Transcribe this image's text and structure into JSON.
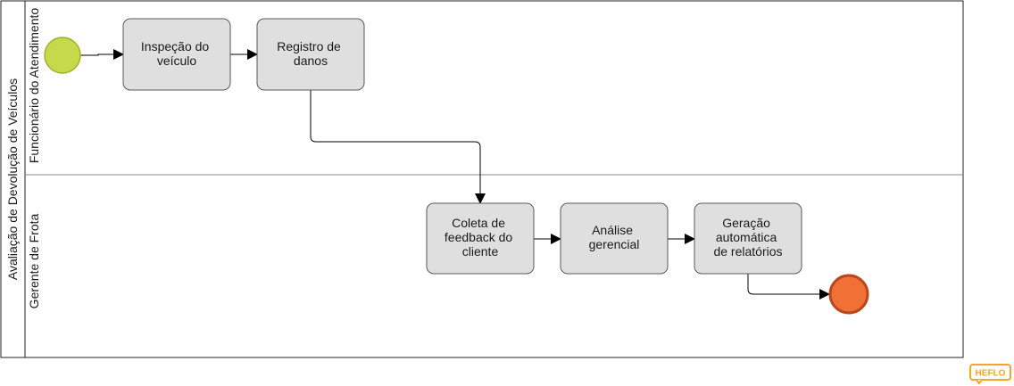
{
  "pool": {
    "label": "Avaliação de Devolução de Veículos",
    "lanes": [
      {
        "label": "Funcionário do Atendimento"
      },
      {
        "label": "Gerente de Frota"
      }
    ]
  },
  "tasks": [
    {
      "lines": [
        "Inspeção do",
        "veículo"
      ]
    },
    {
      "lines": [
        "Registro de",
        "danos"
      ]
    },
    {
      "lines": [
        "Coleta de",
        "feedback do",
        "cliente"
      ]
    },
    {
      "lines": [
        "Análise",
        "gerencial"
      ]
    },
    {
      "lines": [
        "Geração",
        "automática",
        "de relatórios"
      ]
    }
  ],
  "events": {
    "start_color": "#c5d94a",
    "end_color": "#f07036",
    "end_stroke": "#b8481c"
  },
  "logo": {
    "text": "HEFLO",
    "color": "#f5a623"
  }
}
